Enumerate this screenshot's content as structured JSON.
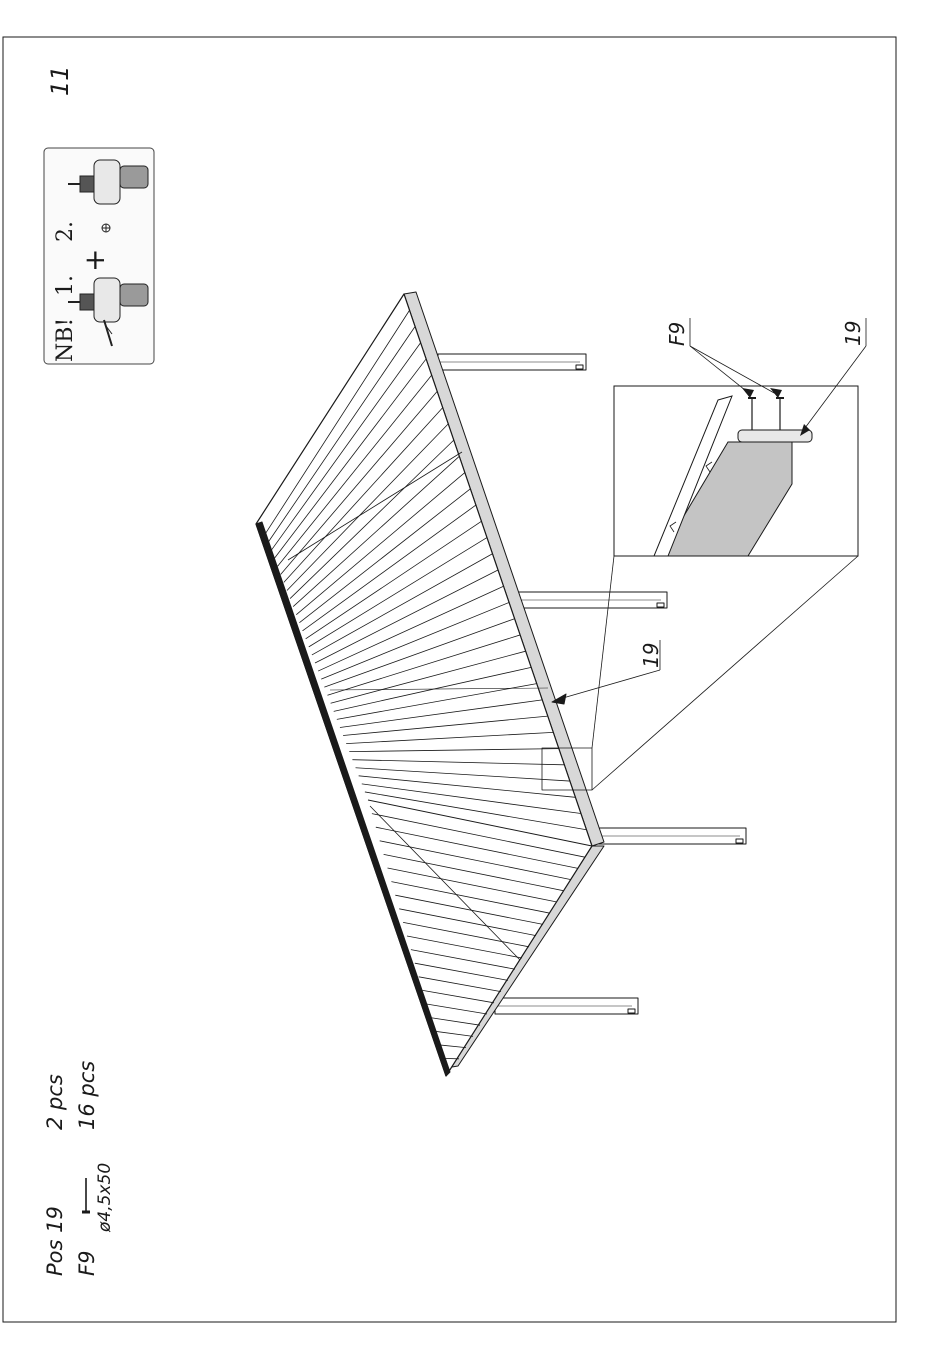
{
  "page": {
    "number": "11"
  },
  "note_box": {
    "label": "NB!",
    "step1": "1.",
    "step2": "2.",
    "plus": "+",
    "icons": [
      "drill-icon",
      "drill-bit-icon",
      "screwdriver-drill-icon",
      "screw-head-icon"
    ]
  },
  "parts_list": [
    {
      "pos": "Pos 19",
      "qty": "2 pcs"
    },
    {
      "pos": "F9",
      "qty": "16 pcs",
      "spec": "ø4,5x50",
      "icon": "screw-icon"
    }
  ],
  "callouts": {
    "main_19": "19",
    "detail_f9": "F9",
    "detail_19": "19"
  },
  "colors": {
    "line": "#1a1a1a",
    "detail_fill": "#c4c4c4",
    "beam_fill": "#d8d8d8"
  }
}
